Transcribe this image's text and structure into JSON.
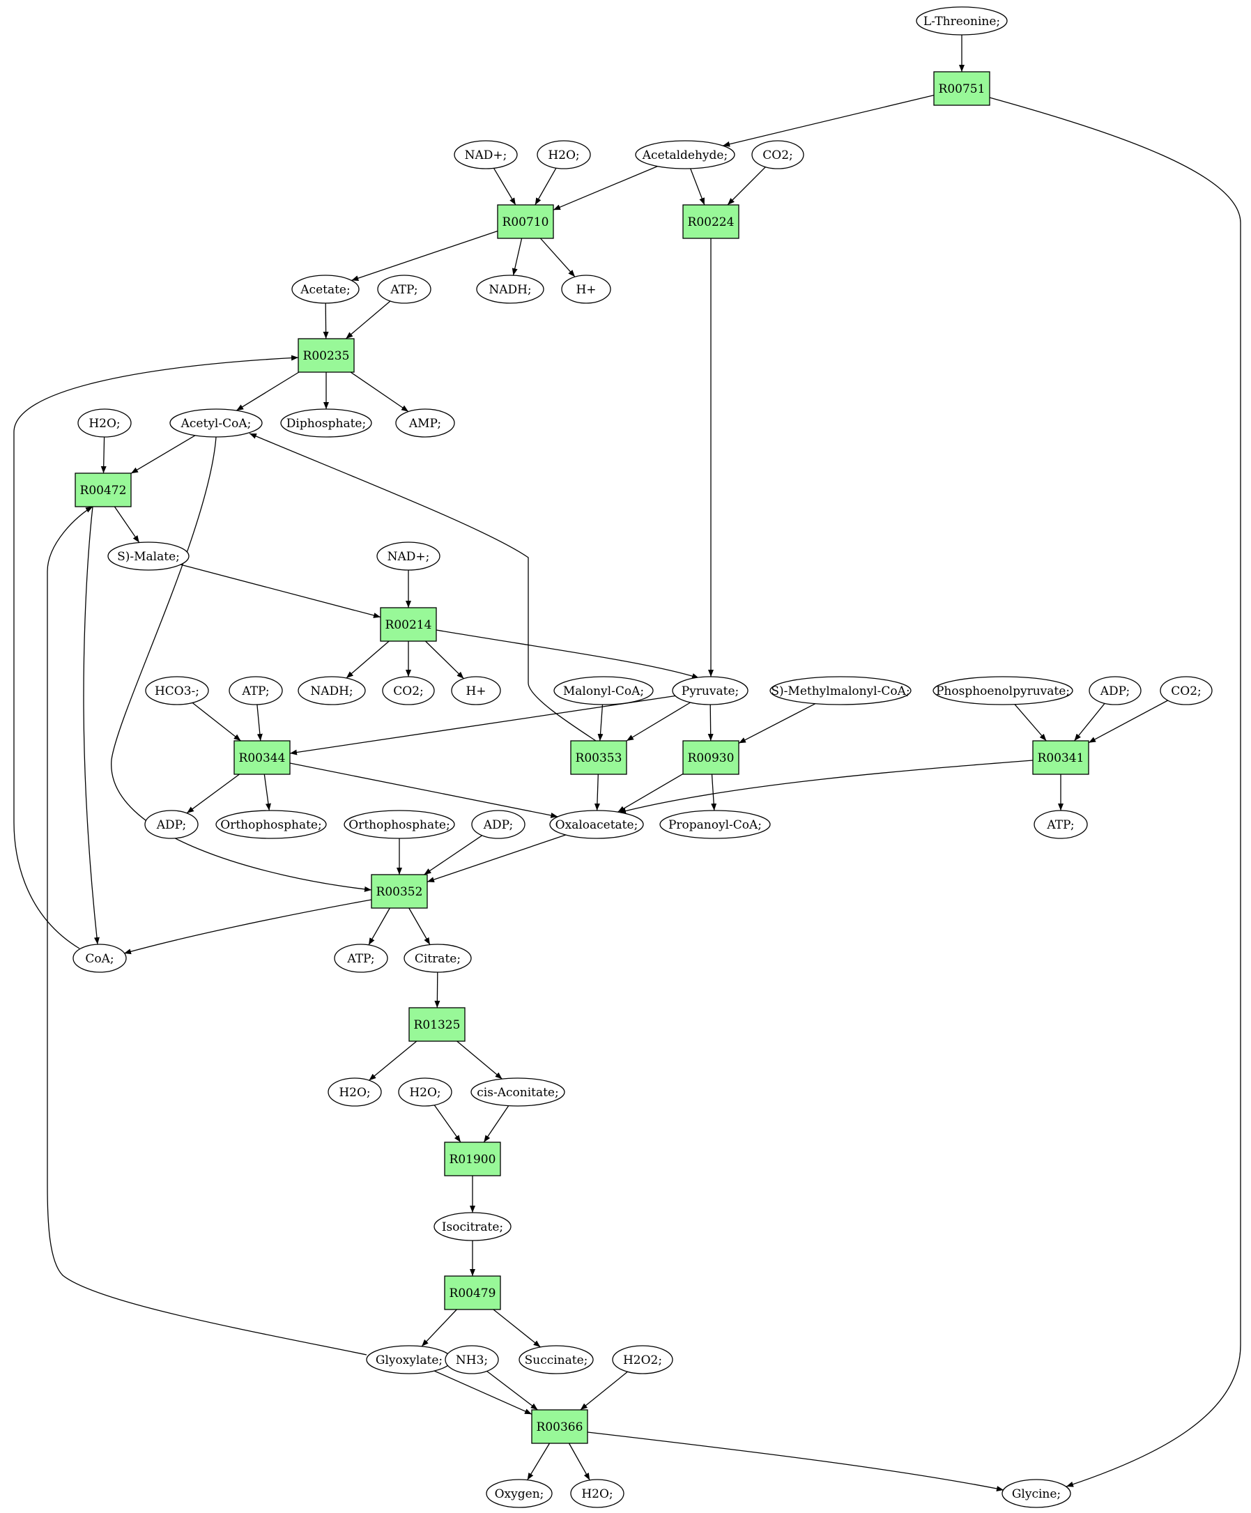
{
  "colors": {
    "reaction_fill": "#98f898",
    "source_fill": "#00ff00",
    "target_fill": "#ffff00",
    "metabolite_fill": "#ffffff",
    "stroke": "#000000"
  },
  "reactions": [
    {
      "id": "r751",
      "label": "R00751"
    },
    {
      "id": "r710",
      "label": "R00710"
    },
    {
      "id": "r224",
      "label": "R00224"
    },
    {
      "id": "r235",
      "label": "R00235"
    },
    {
      "id": "r472",
      "label": "R00472"
    },
    {
      "id": "r214",
      "label": "R00214"
    },
    {
      "id": "r344",
      "label": "R00344"
    },
    {
      "id": "r353",
      "label": "R00353"
    },
    {
      "id": "r930",
      "label": "R00930"
    },
    {
      "id": "r341",
      "label": "R00341"
    },
    {
      "id": "r352",
      "label": "R00352"
    },
    {
      "id": "r1325",
      "label": "R01325"
    },
    {
      "id": "r1900",
      "label": "R01900"
    },
    {
      "id": "r479",
      "label": "R00479"
    },
    {
      "id": "r366",
      "label": "R00366"
    }
  ],
  "metabolites": [
    {
      "id": "thr",
      "label": "L-Threonine;",
      "role": "source"
    },
    {
      "id": "nad1",
      "label": "NAD+;"
    },
    {
      "id": "h2o1",
      "label": "H2O;"
    },
    {
      "id": "acald",
      "label": "Acetaldehyde;"
    },
    {
      "id": "co2a",
      "label": "CO2;"
    },
    {
      "id": "acet",
      "label": "Acetate;"
    },
    {
      "id": "atp1",
      "label": "ATP;"
    },
    {
      "id": "nadh1",
      "label": "NADH;"
    },
    {
      "id": "h1",
      "label": "H+"
    },
    {
      "id": "h2o2",
      "label": "H2O;"
    },
    {
      "id": "accoa",
      "label": "Acetyl-CoA;"
    },
    {
      "id": "dip",
      "label": "Diphosphate;"
    },
    {
      "id": "amp",
      "label": "AMP;"
    },
    {
      "id": "mal",
      "label": "S)-Malate;"
    },
    {
      "id": "nad2",
      "label": "NAD+;"
    },
    {
      "id": "hco3",
      "label": "HCO3-;"
    },
    {
      "id": "atp2",
      "label": "ATP;"
    },
    {
      "id": "nadh2",
      "label": "NADH;"
    },
    {
      "id": "co2b",
      "label": "CO2;"
    },
    {
      "id": "h2",
      "label": "H+"
    },
    {
      "id": "malcoa",
      "label": "Malonyl-CoA;"
    },
    {
      "id": "pyr",
      "label": "Pyruvate;"
    },
    {
      "id": "smm",
      "label": "S)-Methylmalonyl-CoA;"
    },
    {
      "id": "pep",
      "label": "Phosphoenolpyruvate;"
    },
    {
      "id": "adp1",
      "label": "ADP;"
    },
    {
      "id": "co2c",
      "label": "CO2;"
    },
    {
      "id": "adp2",
      "label": "ADP;"
    },
    {
      "id": "ortho1",
      "label": "Orthophosphate;"
    },
    {
      "id": "ortho2",
      "label": "Orthophosphate;"
    },
    {
      "id": "adp3",
      "label": "ADP;"
    },
    {
      "id": "oaa",
      "label": "Oxaloacetate;"
    },
    {
      "id": "propcoa",
      "label": "Propanoyl-CoA;"
    },
    {
      "id": "atp3",
      "label": "ATP;"
    },
    {
      "id": "coa",
      "label": "CoA;"
    },
    {
      "id": "atp4",
      "label": "ATP;"
    },
    {
      "id": "cit",
      "label": "Citrate;"
    },
    {
      "id": "h2o3",
      "label": "H2O;"
    },
    {
      "id": "h2o4",
      "label": "H2O;"
    },
    {
      "id": "cisac",
      "label": "cis-Aconitate;"
    },
    {
      "id": "isocit",
      "label": "Isocitrate;"
    },
    {
      "id": "glyox",
      "label": "Glyoxylate;"
    },
    {
      "id": "nh3",
      "label": "NH3;"
    },
    {
      "id": "succ",
      "label": "Succinate;"
    },
    {
      "id": "h2o2x",
      "label": "H2O2;"
    },
    {
      "id": "oxy",
      "label": "Oxygen;"
    },
    {
      "id": "h2o5",
      "label": "H2O;"
    },
    {
      "id": "gly",
      "label": "Glycine;",
      "role": "target"
    }
  ],
  "edges": [
    [
      "thr",
      "r751"
    ],
    [
      "r751",
      "acald"
    ],
    [
      "r751",
      "gly"
    ],
    [
      "nad1",
      "r710"
    ],
    [
      "h2o1",
      "r710"
    ],
    [
      "acald",
      "r710"
    ],
    [
      "acald",
      "r224"
    ],
    [
      "co2a",
      "r224"
    ],
    [
      "r710",
      "acet"
    ],
    [
      "r710",
      "nadh1"
    ],
    [
      "r710",
      "h1"
    ],
    [
      "r224",
      "pyr"
    ],
    [
      "acet",
      "r235"
    ],
    [
      "atp1",
      "r235"
    ],
    [
      "r235",
      "accoa"
    ],
    [
      "r235",
      "dip"
    ],
    [
      "r235",
      "amp"
    ],
    [
      "h2o2",
      "r472"
    ],
    [
      "accoa",
      "r472"
    ],
    [
      "glyox",
      "r472"
    ],
    [
      "r472",
      "mal"
    ],
    [
      "r472",
      "coa"
    ],
    [
      "mal",
      "r214"
    ],
    [
      "nad2",
      "r214"
    ],
    [
      "r214",
      "nadh2"
    ],
    [
      "r214",
      "co2b"
    ],
    [
      "r214",
      "h2"
    ],
    [
      "r214",
      "pyr"
    ],
    [
      "hco3",
      "r344"
    ],
    [
      "atp2",
      "r344"
    ],
    [
      "pyr",
      "r344"
    ],
    [
      "r344",
      "adp2"
    ],
    [
      "r344",
      "ortho1"
    ],
    [
      "r344",
      "oaa"
    ],
    [
      "malcoa",
      "r353"
    ],
    [
      "pyr",
      "r353"
    ],
    [
      "r353",
      "accoa"
    ],
    [
      "r353",
      "oaa"
    ],
    [
      "pyr",
      "r930"
    ],
    [
      "smm",
      "r930"
    ],
    [
      "r930",
      "oaa"
    ],
    [
      "r930",
      "propcoa"
    ],
    [
      "pep",
      "r341"
    ],
    [
      "adp1",
      "r341"
    ],
    [
      "co2c",
      "r341"
    ],
    [
      "r341",
      "oaa"
    ],
    [
      "r341",
      "atp3"
    ],
    [
      "accoa",
      "r352"
    ],
    [
      "ortho2",
      "r352"
    ],
    [
      "adp3",
      "r352"
    ],
    [
      "oaa",
      "r352"
    ],
    [
      "r352",
      "coa"
    ],
    [
      "r352",
      "atp4"
    ],
    [
      "r352",
      "cit"
    ],
    [
      "coa",
      "r235"
    ],
    [
      "cit",
      "r1325"
    ],
    [
      "r1325",
      "h2o3"
    ],
    [
      "r1325",
      "cisac"
    ],
    [
      "h2o4",
      "r1900"
    ],
    [
      "cisac",
      "r1900"
    ],
    [
      "r1900",
      "isocit"
    ],
    [
      "isocit",
      "r479"
    ],
    [
      "r479",
      "glyox"
    ],
    [
      "r479",
      "succ"
    ],
    [
      "glyox",
      "r366"
    ],
    [
      "nh3",
      "r366"
    ],
    [
      "h2o2x",
      "r366"
    ],
    [
      "r366",
      "oxy"
    ],
    [
      "r366",
      "h2o5"
    ],
    [
      "r366",
      "gly"
    ]
  ]
}
